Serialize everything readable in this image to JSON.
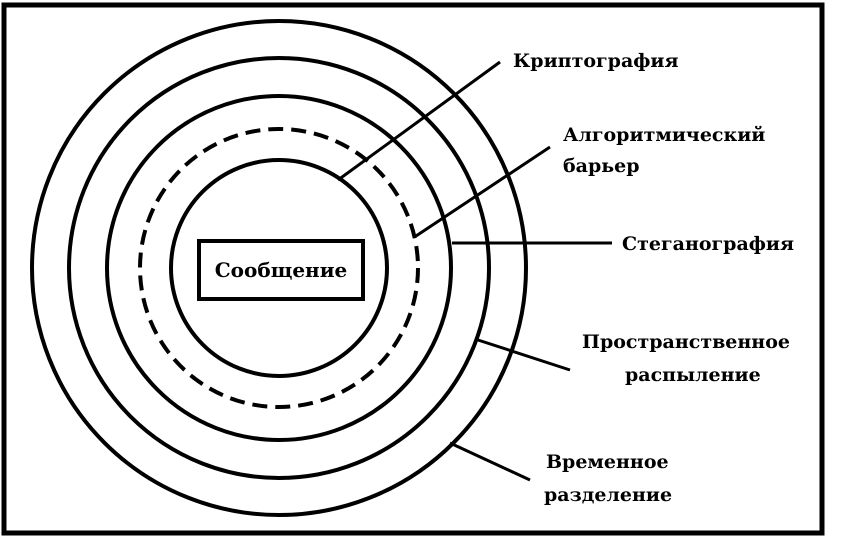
{
  "diagram": {
    "center_label": "Сообщение",
    "layers": [
      {
        "id": "cryptography",
        "lines": [
          "Криптография"
        ]
      },
      {
        "id": "algorithmic-barrier",
        "lines": [
          "Алгоритмический",
          "барьер"
        ]
      },
      {
        "id": "steganography",
        "lines": [
          "Стеганография"
        ]
      },
      {
        "id": "spatial-dispersion",
        "lines": [
          "Пространственное",
          "распыление"
        ]
      },
      {
        "id": "temporal-separation",
        "lines": [
          "Временное",
          "разделение"
        ]
      }
    ],
    "colors": {
      "stroke": "#000000",
      "background": "#ffffff"
    }
  }
}
